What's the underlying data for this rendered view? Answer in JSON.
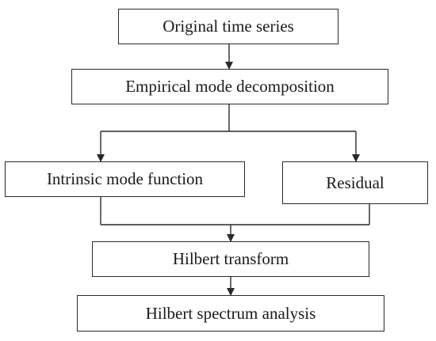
{
  "flowchart": {
    "nodes": [
      {
        "id": "original",
        "label": "Original time series"
      },
      {
        "id": "emd",
        "label": "Empirical mode decomposition"
      },
      {
        "id": "imf",
        "label": "Intrinsic mode function"
      },
      {
        "id": "residual",
        "label": "Residual"
      },
      {
        "id": "hilbert",
        "label": "Hilbert transform"
      },
      {
        "id": "spectrum",
        "label": "Hilbert spectrum analysis"
      }
    ],
    "edges": [
      {
        "from": "original",
        "to": "emd"
      },
      {
        "from": "emd",
        "to": "imf"
      },
      {
        "from": "emd",
        "to": "residual"
      },
      {
        "from": "imf",
        "to": "hilbert"
      },
      {
        "from": "residual",
        "to": "hilbert"
      },
      {
        "from": "hilbert",
        "to": "spectrum"
      }
    ],
    "colors": {
      "line": "#2a2a2a",
      "text": "#1a1a1a",
      "background": "#ffffff"
    }
  }
}
